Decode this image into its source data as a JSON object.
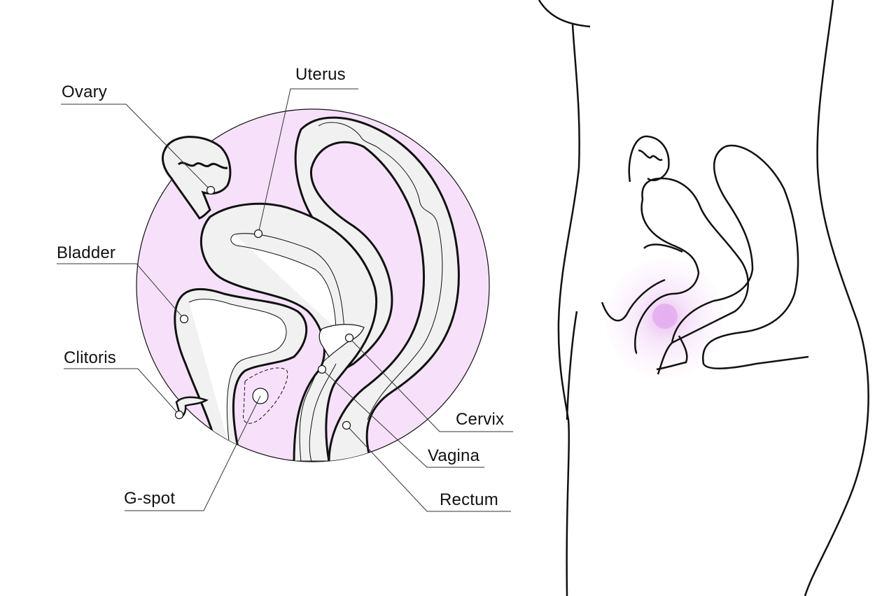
{
  "diagram": {
    "type": "anatomical-cross-section",
    "colors": {
      "circle_fill": "#f7e1fa",
      "tissue_fill": "#f1f1f1",
      "outline": "#111111",
      "highlight": "#e2a6ee"
    },
    "labels": [
      {
        "id": "ovary",
        "text": "Ovary"
      },
      {
        "id": "uterus",
        "text": "Uterus"
      },
      {
        "id": "bladder",
        "text": "Bladder"
      },
      {
        "id": "clitoris",
        "text": "Clitoris"
      },
      {
        "id": "g-spot",
        "text": "G-spot"
      },
      {
        "id": "cervix",
        "text": "Cervix"
      },
      {
        "id": "vagina",
        "text": "Vagina"
      },
      {
        "id": "rectum",
        "text": "Rectum"
      }
    ]
  }
}
